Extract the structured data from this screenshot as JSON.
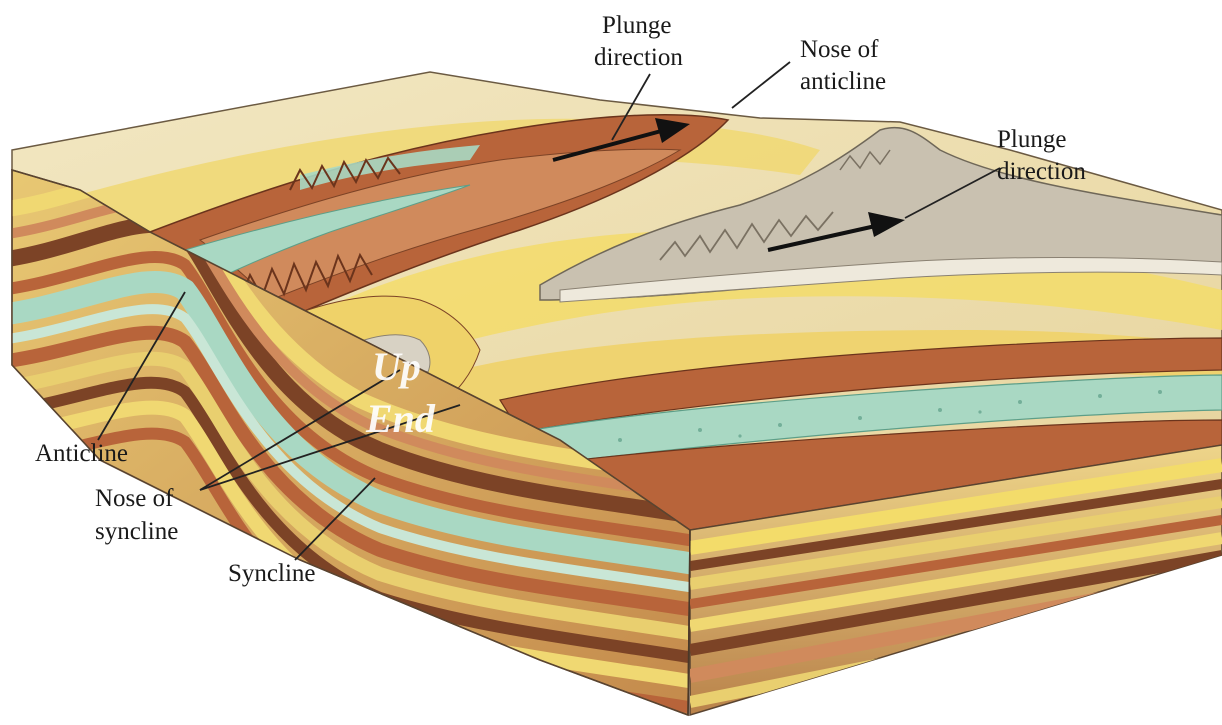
{
  "labels": {
    "plunge_direction_1": [
      "Plunge",
      "direction"
    ],
    "nose_of_anticline": [
      "Nose of",
      "anticline"
    ],
    "plunge_direction_2": [
      "Plunge",
      "direction"
    ],
    "anticline": "Anticline",
    "nose_of_syncline": [
      "Nose of",
      "syncline"
    ],
    "syncline": "Syncline"
  },
  "watermark": [
    "Up",
    "End"
  ],
  "colors": {
    "ochre": "#e9cf6f",
    "yellow": "#f3dc6a",
    "rust": "#b8643a",
    "brown": "#7c4326",
    "teal": "#a9d8c3",
    "grey_rock": "#c9c1b0",
    "cream": "#f1e7c3"
  }
}
